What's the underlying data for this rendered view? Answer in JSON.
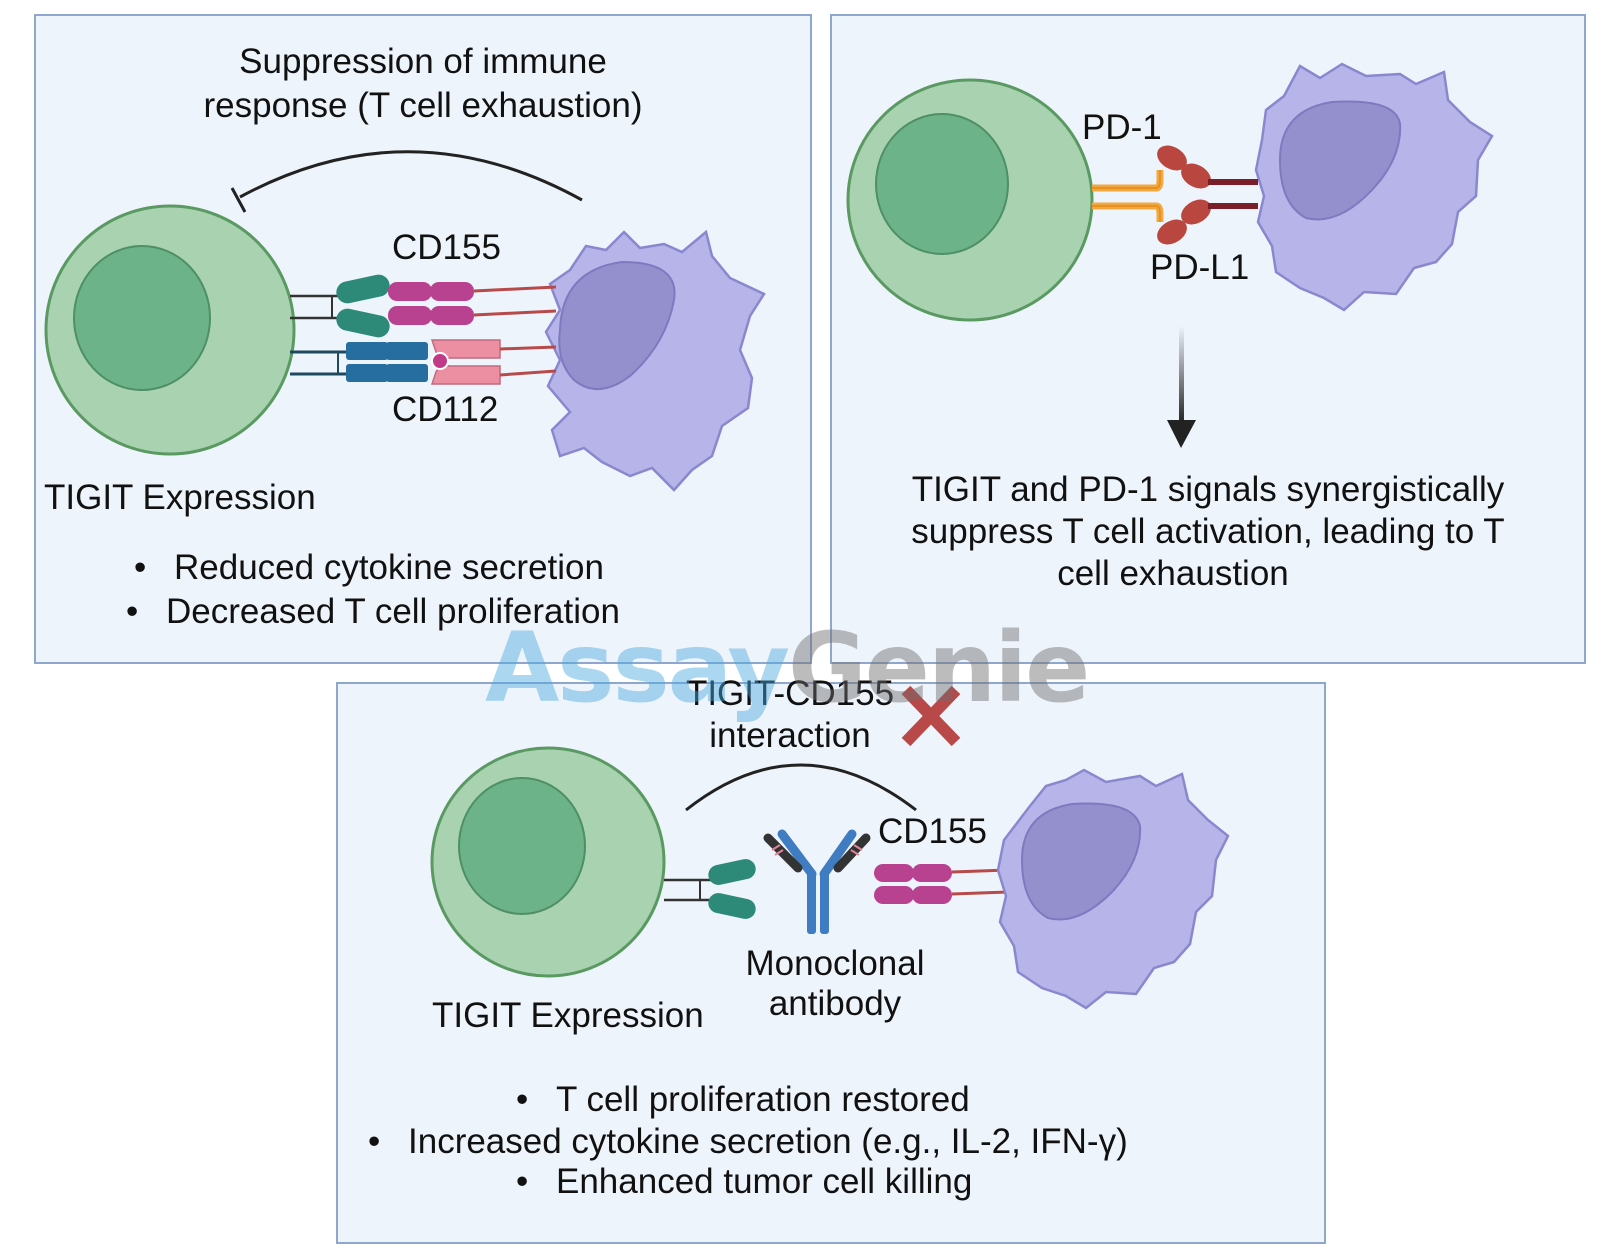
{
  "panel_a": {
    "title": "Suppression of immune response (T cell exhaustion)",
    "title_line1": "Suppression of immune",
    "title_line2": "response (T cell exhaustion)",
    "label_cd155": "CD155",
    "label_cd112": "CD112",
    "label_expression": "TIGIT Expression",
    "bullets": [
      "Reduced cytokine secretion",
      "Decreased T cell proliferation"
    ]
  },
  "panel_b": {
    "label_pd1": "PD-1",
    "label_pdl1": "PD-L1",
    "caption_line1": "TIGIT and PD-1 signals synergistically",
    "caption_line2": "suppress T cell activation, leading to T",
    "caption_line3": "cell exhaustion"
  },
  "panel_c": {
    "interaction_line1": "TIGIT-CD155",
    "interaction_line2": "interaction",
    "label_cd155": "CD155",
    "label_antibody_line1": "Monoclonal",
    "label_antibody_line2": "antibody",
    "label_expression": "TIGIT Expression",
    "bullets": [
      "T cell proliferation restored",
      "Increased cytokine secretion (e.g., IL-2, IFN-γ)",
      "Enhanced tumor cell killing"
    ]
  },
  "watermark": {
    "part1": "Assay",
    "part2": "Genie"
  },
  "colors": {
    "t_cell_fill": "#a9d3b0",
    "t_cell_nucleus": "#6db389",
    "t_cell_stroke": "#5a9a62",
    "tumor_cell_fill": "#b6b4e8",
    "tumor_nucleus": "#948fcd",
    "tumor_stroke": "#8b87cf",
    "tigit_teal": "#2e8a78",
    "cd155_magenta": "#b8428f",
    "cd112_pink": "#ec8fa2",
    "cd226_blue": "#276ea0",
    "pd1_orange": "#f2a840",
    "pdl1_red": "#b9473f",
    "block_cross": "#b94848",
    "antibody_blue": "#3f7cc1",
    "panel_bg": "#eef4fb",
    "panel_border": "#8fa7cf"
  }
}
